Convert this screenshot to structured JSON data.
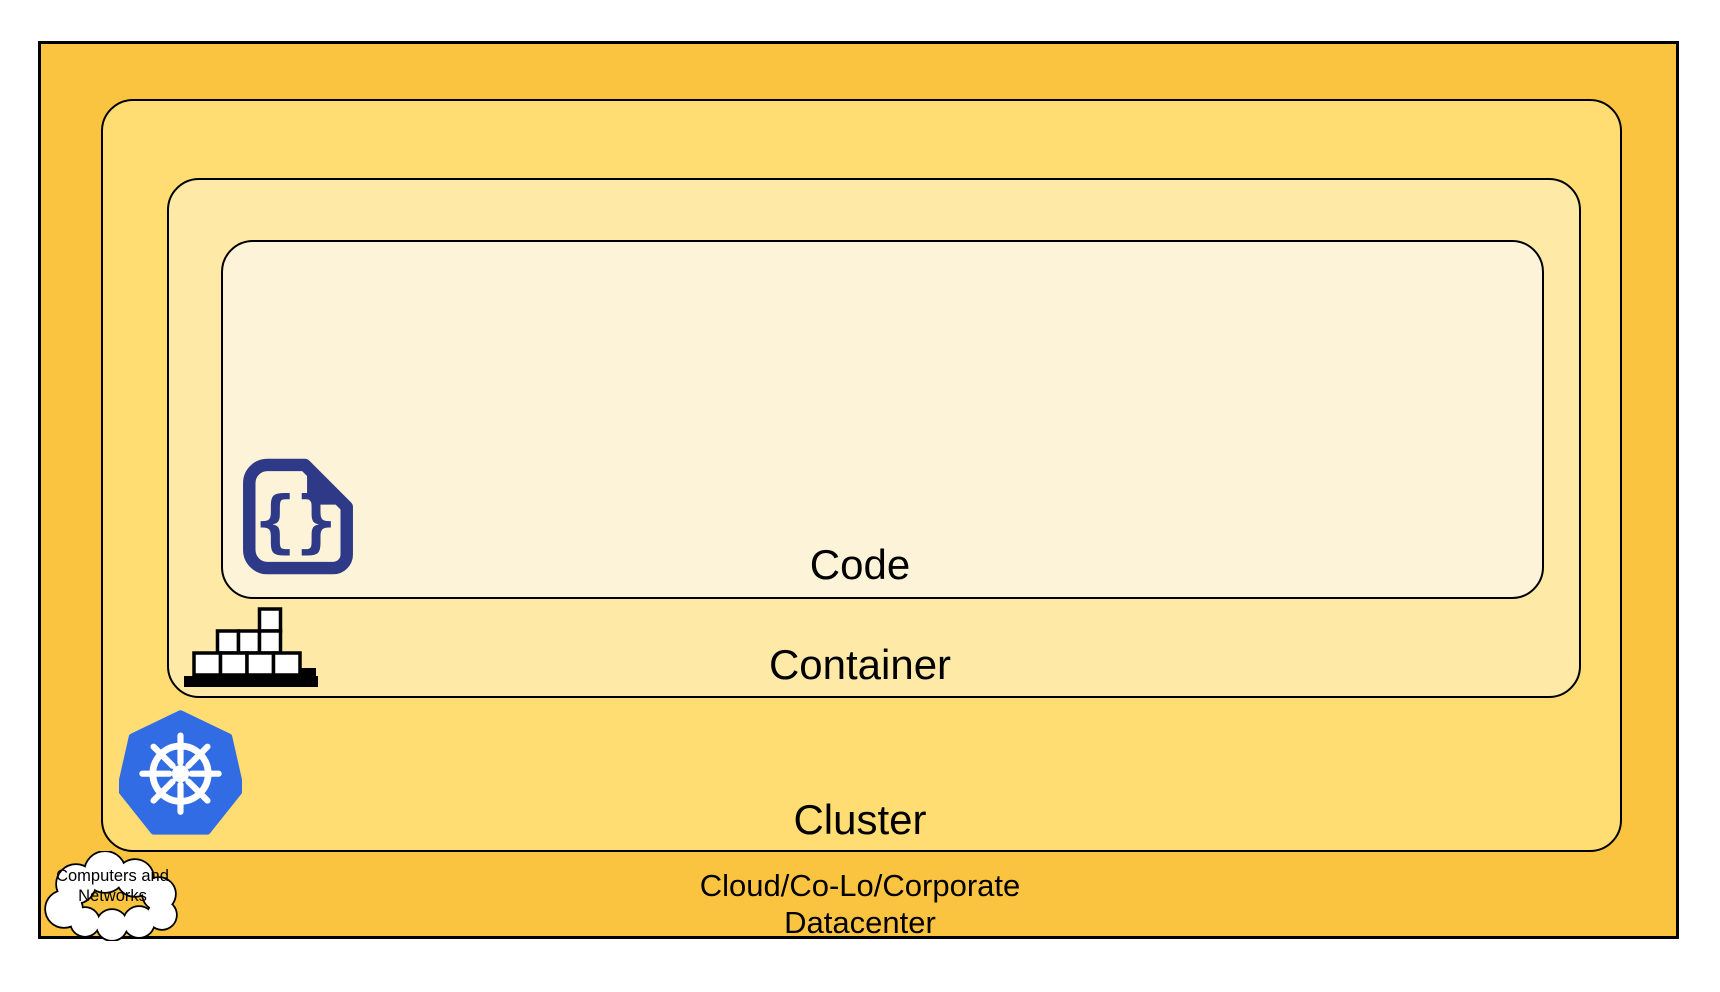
{
  "diagram": {
    "title_hint": "nested code-to-cloud deployment layers",
    "layers": {
      "code": {
        "label": "Code",
        "fill": "#FDF3D9"
      },
      "container": {
        "label": "Container",
        "fill": "#FEE9A6"
      },
      "cluster": {
        "label": "Cluster",
        "fill": "#FFDD72"
      },
      "datacenter": {
        "label_line1": "Cloud/Co-Lo/Corporate",
        "label_line2": "Datacenter",
        "fill": "#FBC440"
      }
    },
    "cloud_callout": {
      "label_line1": "Computers and",
      "label_line2": "Networks",
      "fill": "#FFFFFF"
    },
    "icons": {
      "code_file_glyph": "{}",
      "code_file": "code-file-icon",
      "container_blocks": "container-blocks-icon",
      "kubernetes": "kubernetes-wheel-icon",
      "cloud": "cloud-icon"
    },
    "colors": {
      "outline": "#000000",
      "code_icon_indigo": "#2E3A87",
      "kubernetes_blue": "#326CE5",
      "block_fill": "#FFFFFF"
    }
  }
}
